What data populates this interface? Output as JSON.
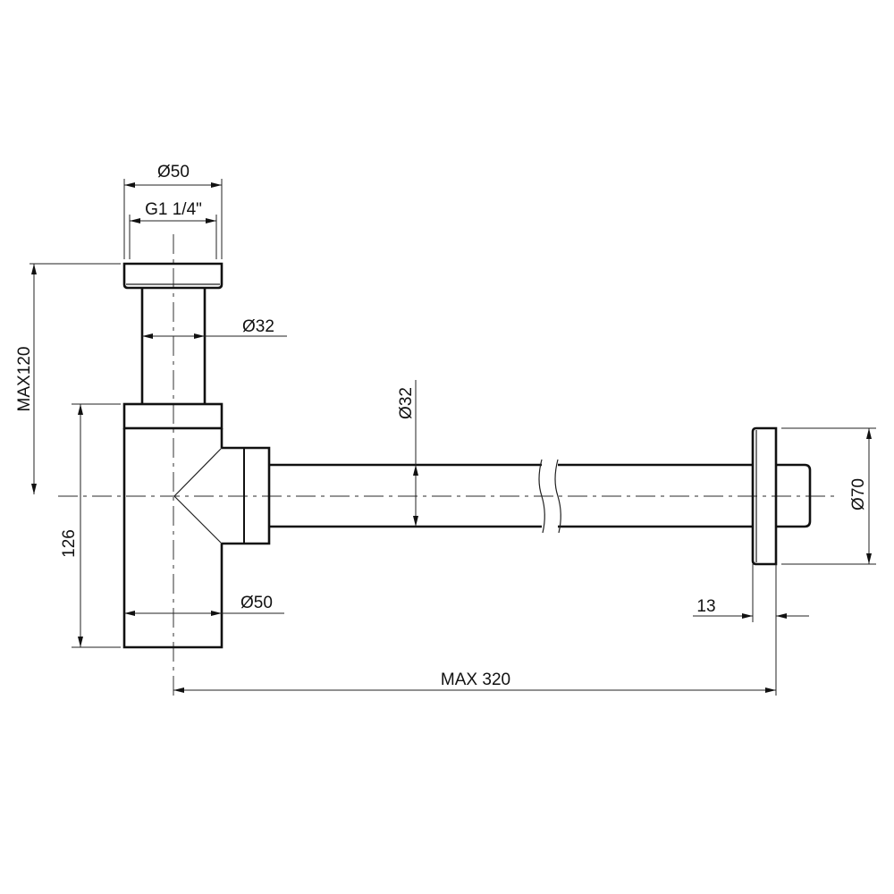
{
  "drawing": {
    "line_color": "#111111",
    "dimensions": {
      "cap_diameter": "Ø50",
      "thread": "G1 1/4\"",
      "upper_pipe_diameter": "Ø32",
      "max_height": "MAX120",
      "body_height": "126",
      "horizontal_pipe_diameter": "Ø32",
      "body_diameter": "Ø50",
      "flange_diameter": "Ø70",
      "flange_thickness": "13",
      "max_length": "MAX 320"
    }
  }
}
